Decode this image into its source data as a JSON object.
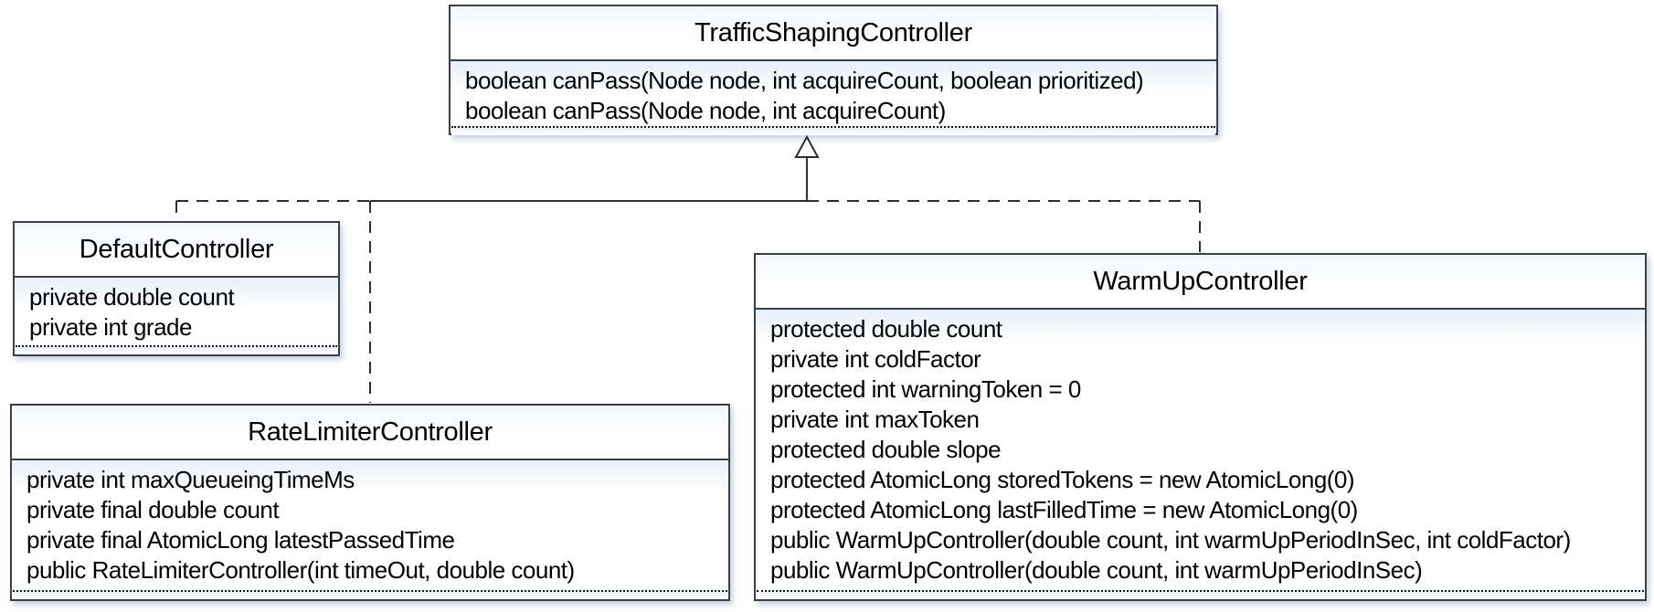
{
  "diagram": {
    "type": "uml-class-diagram",
    "classes": [
      {
        "name": "TrafficShapingController",
        "members": [
          "boolean canPass(Node node, int acquireCount, boolean prioritized)",
          "boolean canPass(Node node, int acquireCount)"
        ]
      },
      {
        "name": "DefaultController",
        "members": [
          "private double count",
          "private int grade"
        ]
      },
      {
        "name": "RateLimiterController",
        "members": [
          "private int maxQueueingTimeMs",
          "private final double count",
          "private final AtomicLong latestPassedTime",
          "public RateLimiterController(int timeOut, double count)"
        ]
      },
      {
        "name": "WarmUpController",
        "members": [
          "protected double count",
          "private int coldFactor",
          "protected int warningToken = 0",
          "private int maxToken",
          "protected double slope",
          "protected AtomicLong storedTokens = new AtomicLong(0)",
          "protected AtomicLong lastFilledTime = new AtomicLong(0)",
          "public WarmUpController(double count, int warmUpPeriodInSec, int coldFactor)",
          "public WarmUpController(double count, int warmUpPeriodInSec)"
        ]
      }
    ],
    "relations": [
      {
        "from": "DefaultController",
        "to": "TrafficShapingController",
        "type": "realization",
        "line": "dashed",
        "arrow": "hollow-triangle"
      },
      {
        "from": "RateLimiterController",
        "to": "TrafficShapingController",
        "type": "realization",
        "line": "dashed",
        "arrow": "hollow-triangle"
      },
      {
        "from": "WarmUpController",
        "to": "TrafficShapingController",
        "type": "realization",
        "line": "dashed",
        "arrow": "hollow-triangle"
      }
    ],
    "colors": {
      "background": "#ffffff",
      "box_border": "#3f3f3f",
      "connector": "#2d2d2d",
      "section_tint": "#e7effb",
      "text": "#000000"
    }
  }
}
